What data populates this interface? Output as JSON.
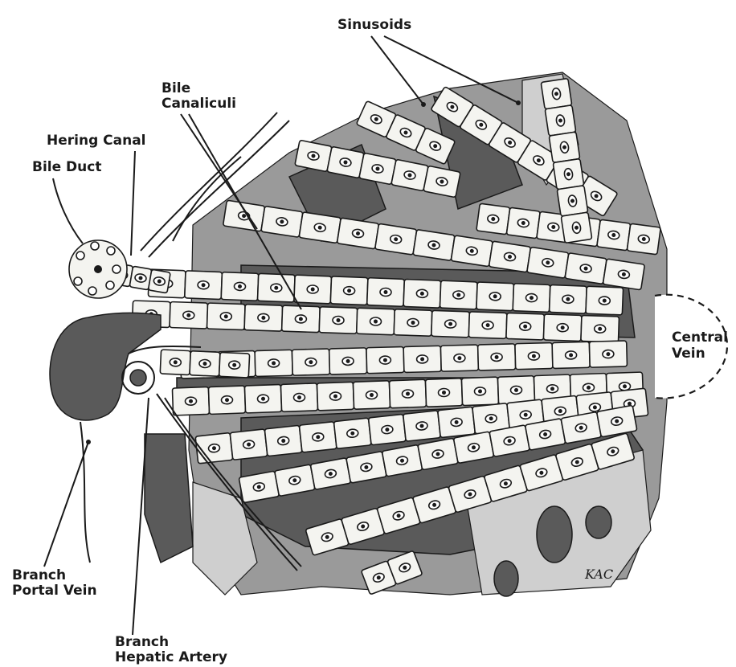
{
  "labels": {
    "sinusoids": "Sinusoids",
    "bile_canaliculi_1": "Bile",
    "bile_canaliculi_2": "Canaliculi",
    "hering_canal": "Hering Canal",
    "bile_duct": "Bile Duct",
    "central_vein_1": "Central",
    "central_vein_2": "Vein",
    "branch_portal_vein_1": "Branch",
    "branch_portal_vein_2": "Portal Vein",
    "branch_hepatic_artery_1": "Branch",
    "branch_hepatic_artery_2": "Hepatic Artery"
  },
  "artist_signature": "KAC",
  "colors": {
    "ink": "#1a1a1a",
    "cell_fill": "#f4f4f0",
    "shadow_dark": "#5a5a5a",
    "shadow_mid": "#9a9a9a"
  }
}
